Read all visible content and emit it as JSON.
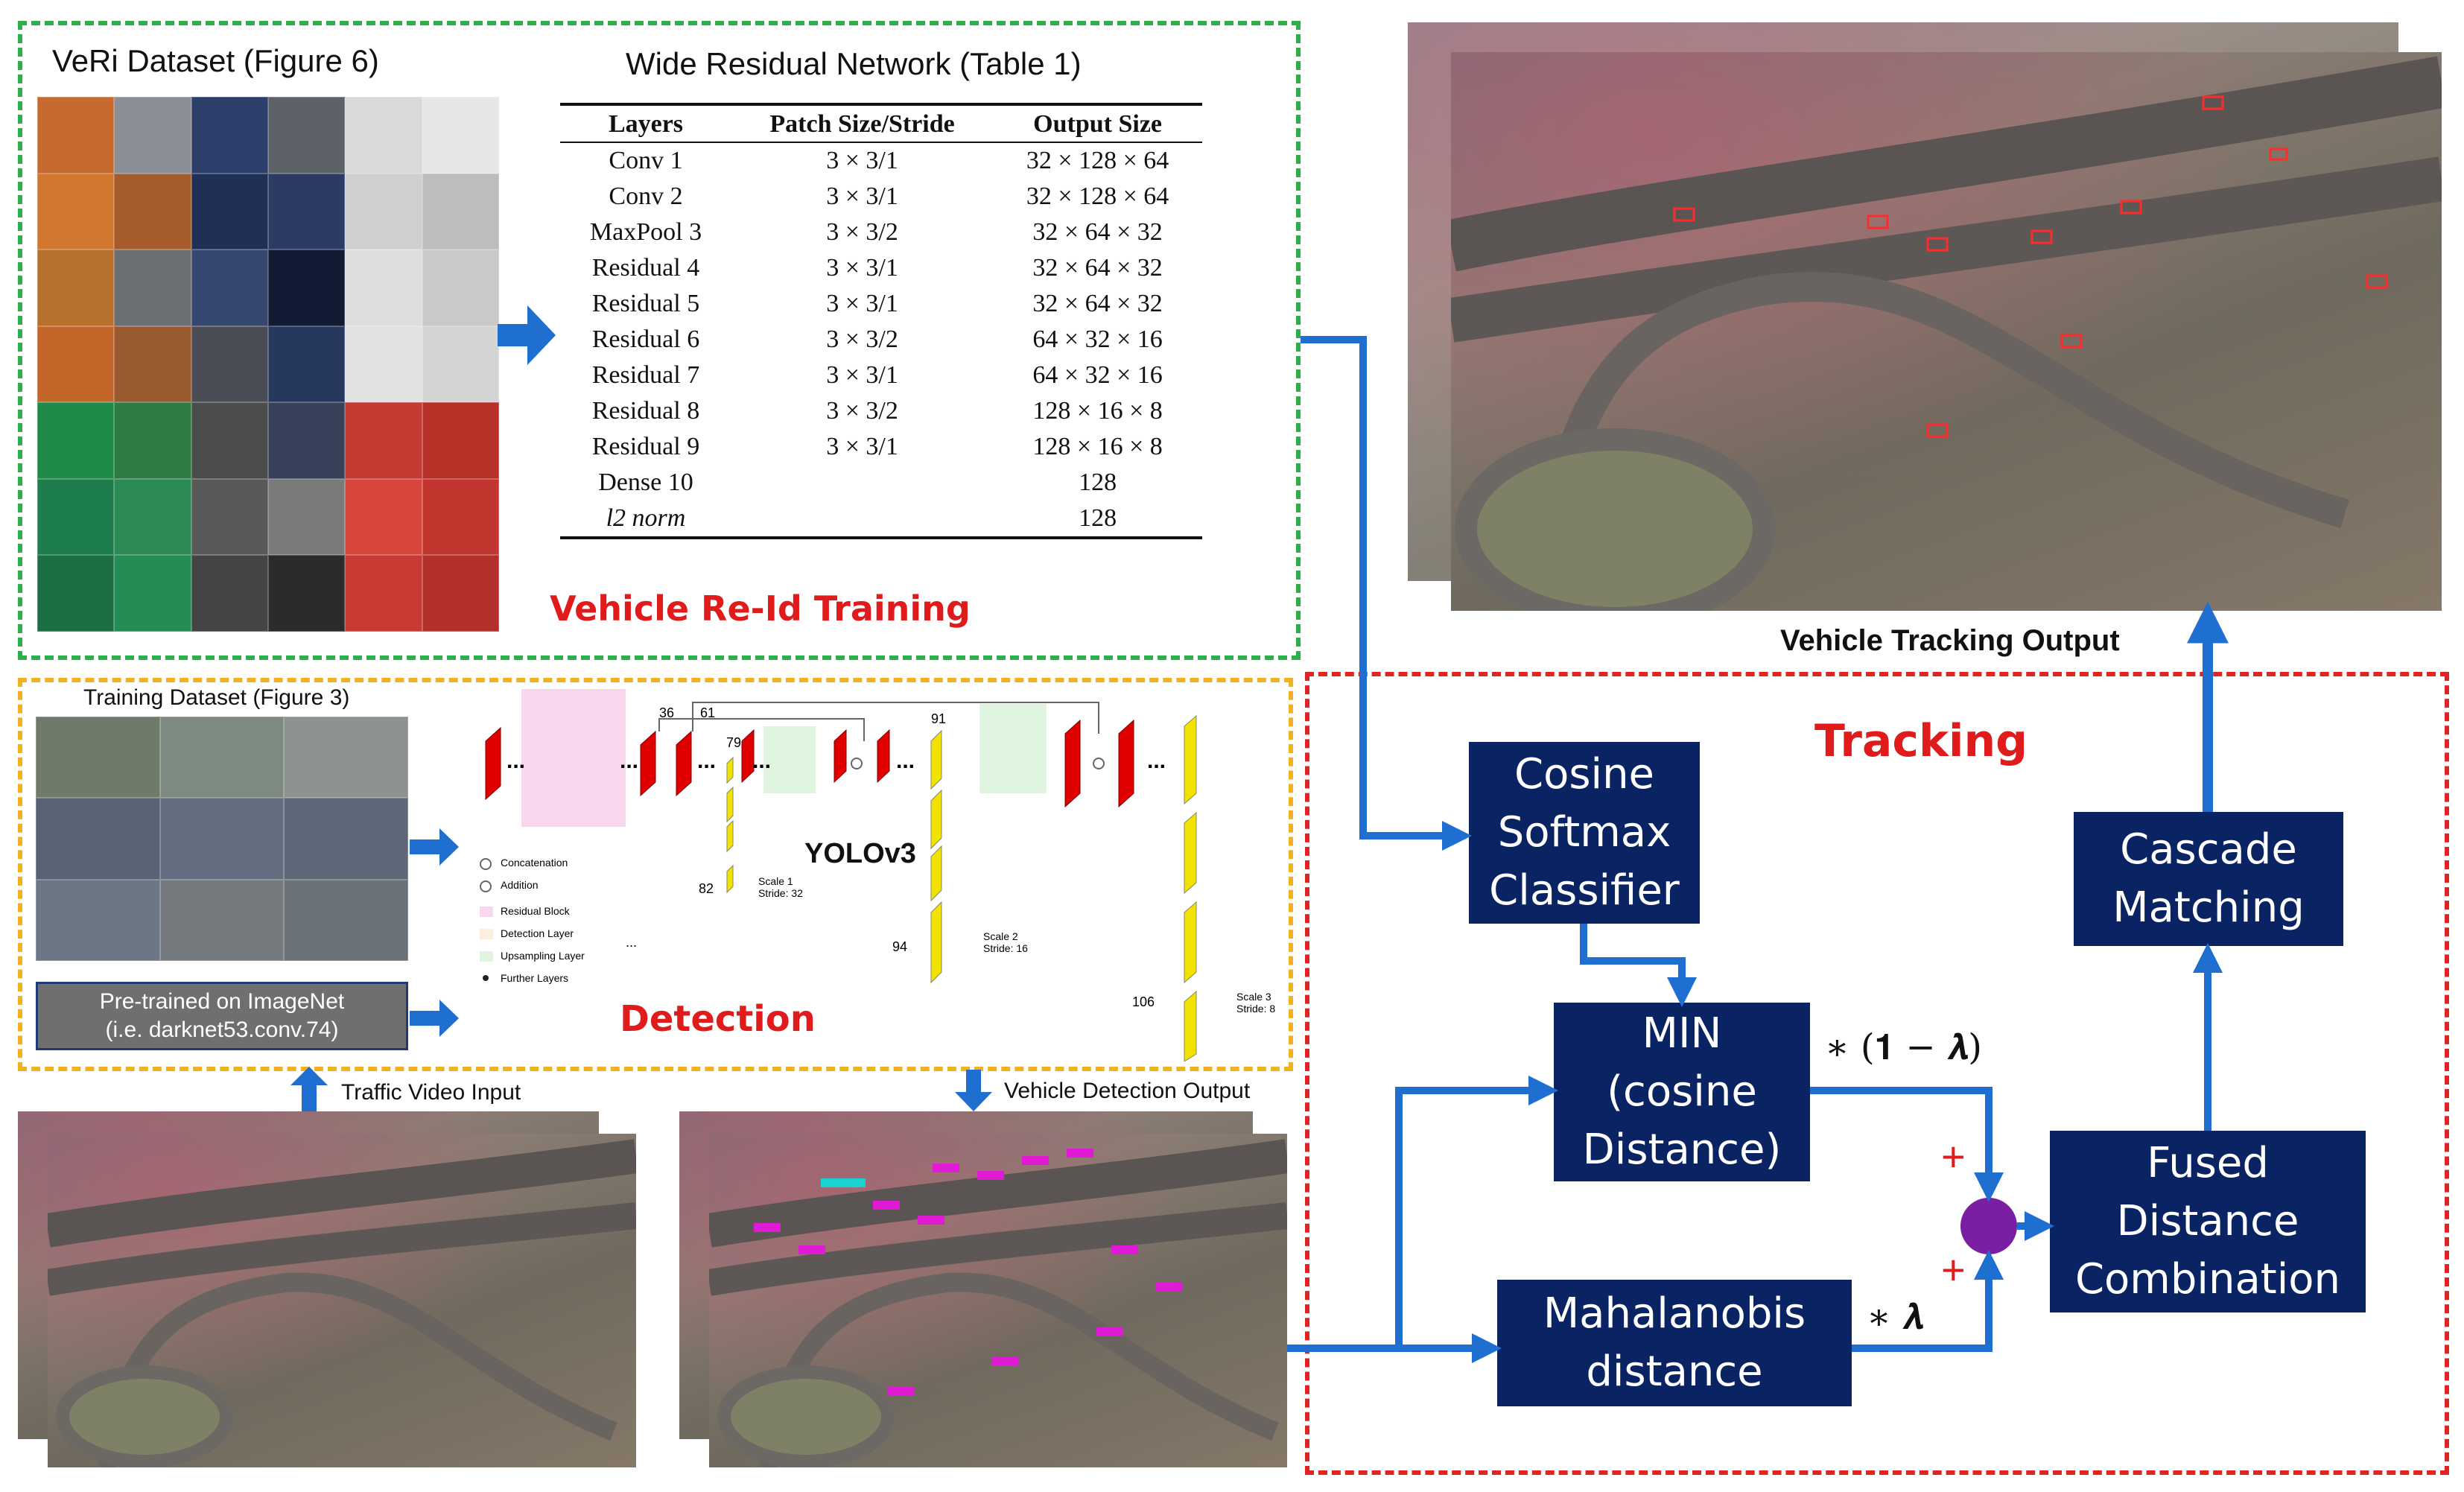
{
  "top": {
    "veri_title": "VeRi Dataset  (Figure 6)",
    "wrn_title": "Wide Residual Network (Table 1)",
    "table": {
      "headers": [
        "Layers",
        "Patch Size/Stride",
        "Output Size"
      ],
      "rows": [
        [
          "Conv 1",
          "3 × 3/1",
          "32 × 128 × 64"
        ],
        [
          "Conv 2",
          "3 × 3/1",
          "32 × 128 × 64"
        ],
        [
          "MaxPool 3",
          "3 × 3/2",
          "32 × 64 × 32"
        ],
        [
          "Residual 4",
          "3 × 3/1",
          "32 × 64 × 32"
        ],
        [
          "Residual 5",
          "3 × 3/1",
          "32 × 64 × 32"
        ],
        [
          "Residual 6",
          "3 × 3/2",
          "64 × 32 × 16"
        ],
        [
          "Residual 7",
          "3 × 3/1",
          "64 × 32 × 16"
        ],
        [
          "Residual 8",
          "3 × 3/2",
          "128 × 16 × 8"
        ],
        [
          "Residual 9",
          "3 × 3/1",
          "128 × 16 × 8"
        ],
        [
          "Dense 10",
          "",
          "128"
        ],
        [
          "l2 norm",
          "",
          "128"
        ]
      ]
    },
    "reid_label": "Vehicle Re-Id Training",
    "tracking_output_label": "Vehicle Tracking Output"
  },
  "detection": {
    "training_title": "Training Dataset (Figure 3)",
    "pretrained": "Pre-trained on ImageNet\n(i.e. darknet53.conv.74)",
    "yolo_label": "YOLOv3",
    "label": "Detection",
    "layer_numbers": [
      "36",
      "61",
      "79",
      "91",
      "82",
      "94",
      "106"
    ],
    "scales": [
      "Scale 1\nStride: 32",
      "Scale 2\nStride: 16",
      "Scale 3\nStride: 8"
    ],
    "legend": [
      "Concatenation",
      "Addition",
      "Residual Block",
      "Detection Layer",
      "Upsampling Layer",
      "Further Layers"
    ],
    "dots": "..."
  },
  "bottom": {
    "traffic_input": "Traffic Video Input",
    "detection_output": "Vehicle Detection Output"
  },
  "tracking": {
    "label": "Tracking",
    "cosine": "Cosine\nSoftmax\nClassifier",
    "min": "MIN\n(cosine\nDistance)",
    "mahalanobis": "Mahalanobis\ndistance",
    "fused": "Fused\nDistance\nCombination",
    "cascade": "Cascade\nMatching",
    "weight_one_minus": "∗ (𝟏 − 𝝀)",
    "weight_lambda": "∗ 𝝀",
    "plus": "+"
  },
  "colors": {
    "navy": "#0a2463",
    "arrow": "#1f6fd1",
    "green_dash": "#2db04a",
    "yellow_dash": "#f2b21f",
    "red_dash": "#e02424",
    "sum_node": "#7b1fa2"
  }
}
